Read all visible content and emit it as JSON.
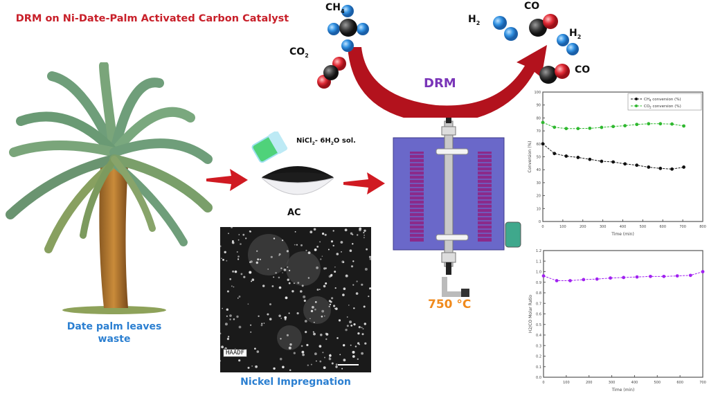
{
  "figure": {
    "title": "DRM on Ni-Date-Palm Activated Carbon Catalyst",
    "palm_label_line1": "Date palm leaves",
    "palm_label_line2": "waste",
    "solution_label": "NiCl",
    "solution_sub": "2",
    "solution_mid": "- 6H",
    "solution_sub2": "2",
    "solution_end": "O sol.",
    "ac_label": "AC",
    "haadf_label": "HAADF",
    "impregnation_label": "Nickel Impregnation",
    "reactor_temp": "750 °C",
    "process_label": "DRM",
    "reactants": [
      {
        "name": "CH",
        "sub": "4"
      },
      {
        "name": "CO",
        "sub": "2"
      }
    ],
    "products": [
      {
        "name": "H",
        "sub": "2"
      },
      {
        "name": "CO",
        "sub": ""
      },
      {
        "name": "H",
        "sub": "2"
      },
      {
        "name": "CO",
        "sub": ""
      }
    ],
    "colors": {
      "title": "#c8202a",
      "arrow": "#b3121d",
      "drm_text": "#7a35b8",
      "temp_text": "#f08a1c",
      "label_blue": "#2b7fd1",
      "furnace": "#6a68c9",
      "heater_coil": "#8b2a8a",
      "hydrogen": "#2f8fe0",
      "carbon": "#3c3c3c",
      "oxygen": "#e02a35"
    }
  },
  "chart_data": [
    {
      "type": "line",
      "title": "",
      "xlabel": "Time (min)",
      "ylabel": "Conversion (%)",
      "xlim": [
        0,
        800
      ],
      "ylim": [
        0,
        100
      ],
      "xticks": [
        "0",
        "100",
        "200",
        "300",
        "400",
        "500",
        "600",
        "700",
        "800"
      ],
      "yticks": [
        "0",
        "10",
        "20",
        "30",
        "40",
        "50",
        "60",
        "70",
        "80",
        "90",
        "100"
      ],
      "legend_position": "top-right",
      "series": [
        {
          "name": "CH4 conversion (%)",
          "legend_main": "CH",
          "legend_sub": "4",
          "legend_rest": " conversion (%)",
          "color": "#111111",
          "x": [
            0,
            58,
            117,
            176,
            235,
            294,
            352,
            411,
            470,
            529,
            588,
            646,
            705
          ],
          "values": [
            60,
            52.5,
            50.5,
            49.5,
            48,
            46.5,
            46,
            44.5,
            43.5,
            42,
            41,
            40.5,
            42
          ]
        },
        {
          "name": "CO2 conversion (%)",
          "legend_main": "CO",
          "legend_sub": "2",
          "legend_rest": " conversion (%)",
          "color": "#2fb82f",
          "x": [
            0,
            58,
            117,
            176,
            235,
            294,
            352,
            411,
            470,
            529,
            588,
            646,
            705
          ],
          "values": [
            76.5,
            72.8,
            71.8,
            71.8,
            72,
            72.7,
            73.4,
            74,
            75,
            75.5,
            75.5,
            75.3,
            73.8
          ]
        }
      ]
    },
    {
      "type": "line",
      "title": "",
      "xlabel": "Time (min)",
      "ylabel": "H2/CO Molar Ratio",
      "xlim": [
        0,
        700
      ],
      "ylim": [
        0,
        1.2
      ],
      "xticks": [
        "0",
        "100",
        "200",
        "300",
        "400",
        "500",
        "600",
        "700"
      ],
      "yticks": [
        "0.0",
        "0.1",
        "0.2",
        "0.3",
        "0.4",
        "0.5",
        "0.6",
        "0.7",
        "0.8",
        "0.9",
        "1.0",
        "1.1",
        "1.2"
      ],
      "legend_position": "none",
      "series": [
        {
          "name": "H2/CO ratio",
          "color": "#a020f0",
          "x": [
            0,
            58,
            117,
            176,
            235,
            294,
            352,
            411,
            470,
            529,
            588,
            646,
            700
          ],
          "values": [
            0.96,
            0.915,
            0.915,
            0.925,
            0.93,
            0.94,
            0.945,
            0.95,
            0.955,
            0.955,
            0.96,
            0.965,
            1.0
          ]
        }
      ]
    }
  ]
}
